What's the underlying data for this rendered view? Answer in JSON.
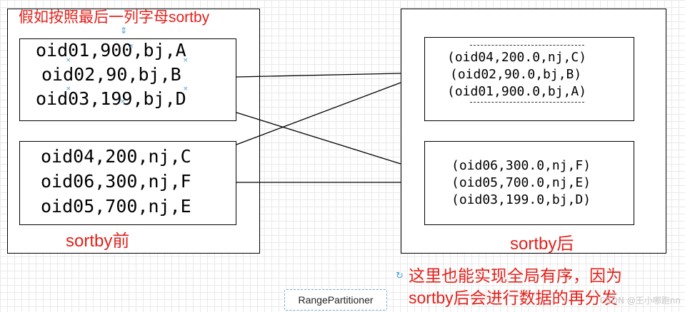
{
  "title_note": "假如按照最后一列字母sortby",
  "before": {
    "label": "sortby前",
    "partitions": [
      [
        "oid01,900,bj,A",
        "oid02,90,bj,B",
        "oid03,199,bj,D"
      ],
      [
        "oid04,200,nj,C",
        "oid06,300,nj,F",
        "oid05,700,nj,E"
      ]
    ]
  },
  "after": {
    "label": "sortby后",
    "partitions": [
      [
        "(oid04,200.0,nj,C)",
        "(oid02,90.0,bj,B)",
        "(oid01,900.0,bj,A)"
      ],
      [
        "(oid06,300.0,nj,F)",
        "(oid05,700.0,nj,E)",
        "(oid03,199.0,bj,D)"
      ]
    ]
  },
  "note": [
    "这里也能实现全局有序，因为",
    "sortby后会进行数据的再分发"
  ],
  "partitioner_label": "RangePartitioner",
  "watermark": "CSDN @王小哪跑nn",
  "colors": {
    "annotation": "#e3221c",
    "border": "#000000",
    "grid": "#e9e9e9",
    "partitioner_border": "#6ea8cf"
  }
}
